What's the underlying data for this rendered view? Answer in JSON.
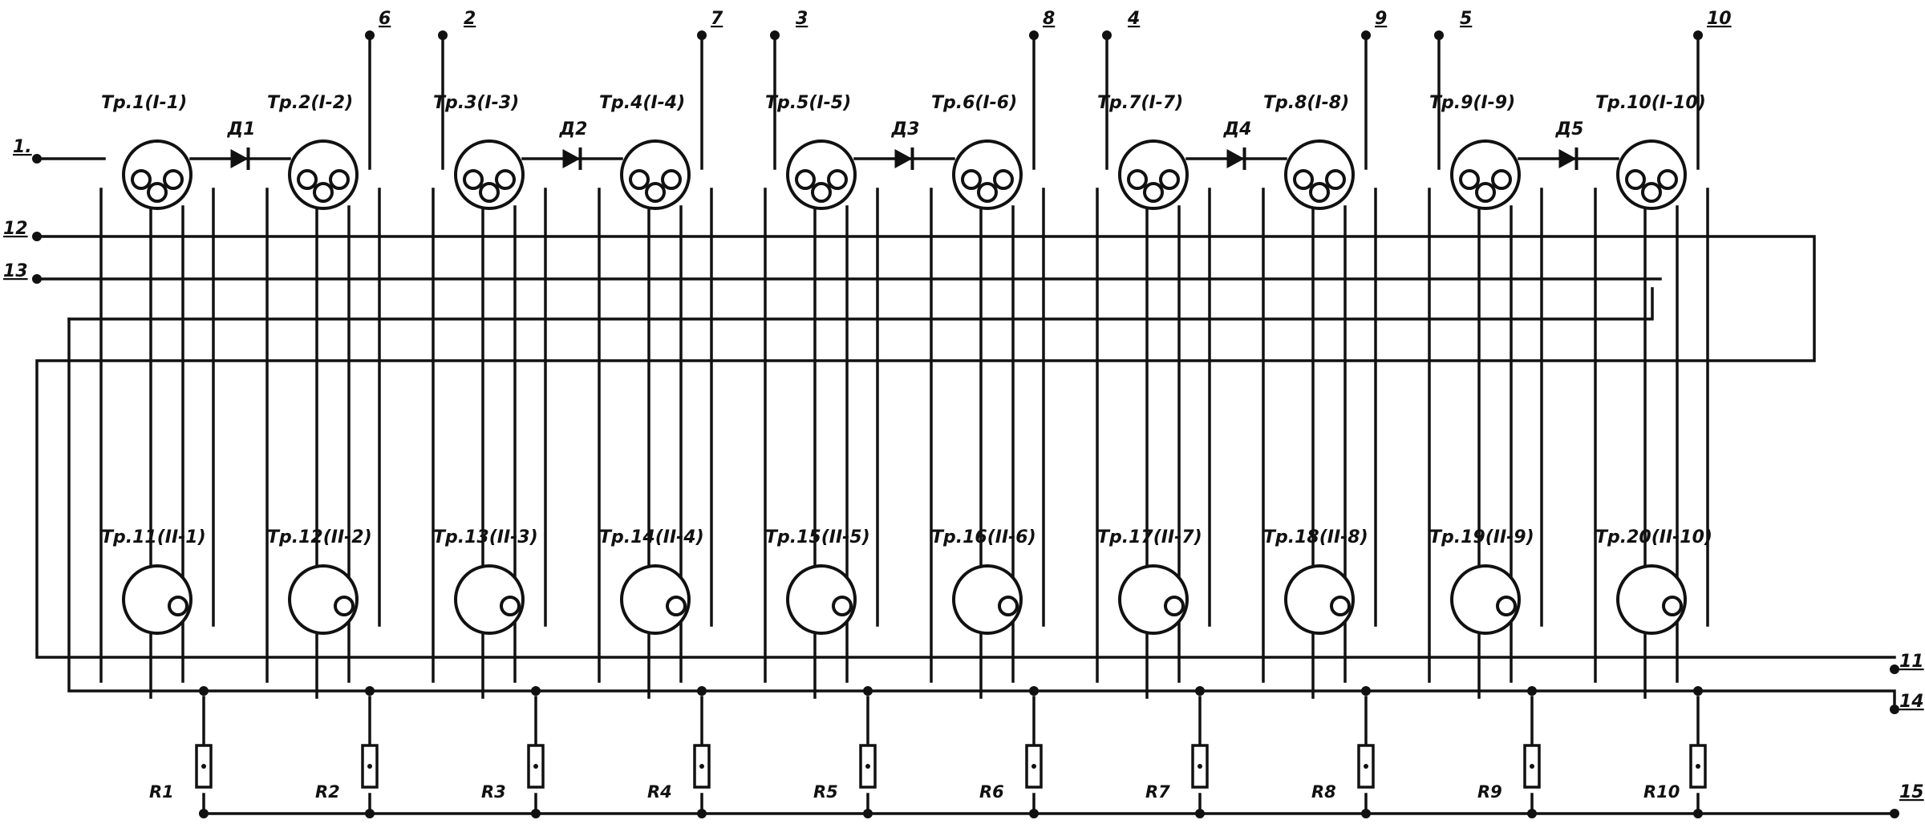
{
  "transformers_top": [
    "Тр.1(I-1)",
    "Тр.2(I-2)",
    "Тр.3(I-3)",
    "Тр.4(I-4)",
    "Тр.5(I-5)",
    "Тр.6(I-6)",
    "Тр.7(I-7)",
    "Тр.8(I-8)",
    "Тр.9(I-9)",
    "Тр.10(I-10)"
  ],
  "transformers_bottom": [
    "Тр.11(II-1)",
    "Тр.12(II-2)",
    "Тр.13(II-3)",
    "Тр.14(II-4)",
    "Тр.15(II-5)",
    "Тр.16(II-6)",
    "Тр.17(II-7)",
    "Тр.18(II-8)",
    "Тр.19(II-9)",
    "Тр.20(II-10)"
  ],
  "diodes": [
    "Д1",
    "Д2",
    "Д3",
    "Д4",
    "Д5"
  ],
  "resistors": [
    "R1",
    "R2",
    "R3",
    "R4",
    "R5",
    "R6",
    "R7",
    "R8",
    "R9",
    "R10"
  ],
  "terminals": {
    "t1": "1.",
    "t2": "2",
    "t3": "3",
    "t4": "4",
    "t5": "5",
    "t6": "6",
    "t7": "7",
    "t8": "8",
    "t9": "9",
    "t10": "10",
    "t11": "11",
    "t12": "12",
    "t13": "13",
    "t14": "14",
    "t15": "15"
  }
}
